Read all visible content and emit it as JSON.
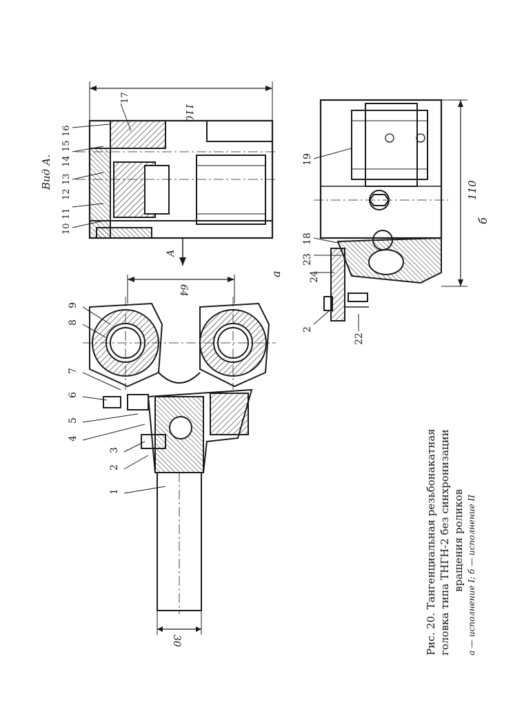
{
  "figure": {
    "title_lines": [
      "Рис. 20. Тангенциальная резьбонакатная",
      "головка типа ТНГН-2 без синхронизации",
      "вращения роликов"
    ],
    "subtitle": "а — исполнение I; б — исполнение II"
  },
  "view_a": {
    "label": "Вид А.",
    "dimension": "110",
    "arrow_label": "A",
    "panel_letter": "а",
    "part_numbers": [
      "10",
      "11",
      "12",
      "13",
      "14",
      "15",
      "16",
      "17"
    ]
  },
  "view_main": {
    "dimension_rollers": "64",
    "dimension_shank": "30",
    "part_numbers": [
      "1",
      "2",
      "3",
      "4",
      "5",
      "6",
      "7",
      "8",
      "9"
    ]
  },
  "view_b": {
    "dimension": "110",
    "panel_letter": "б",
    "part_numbers": [
      "18",
      "19",
      "2",
      "22",
      "23",
      "24"
    ]
  }
}
